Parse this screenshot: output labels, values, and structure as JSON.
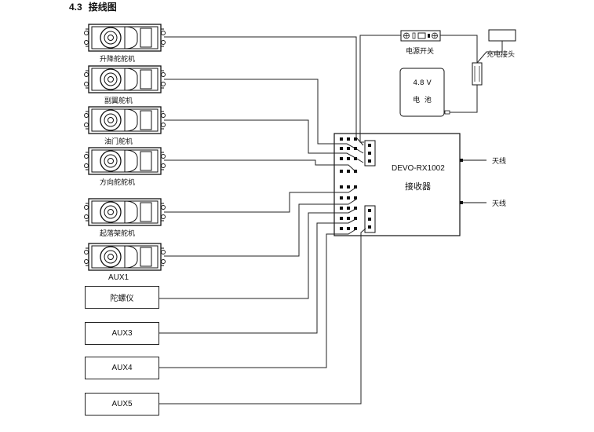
{
  "heading": {
    "number": "4.3",
    "title": "接线图"
  },
  "servos": [
    {
      "label": "升降舵舵机"
    },
    {
      "label": "副翼舵机"
    },
    {
      "label": "油门舵机"
    },
    {
      "label": "方向舵舵机"
    },
    {
      "label": "起落架舵机"
    },
    {
      "label": "AUX1"
    }
  ],
  "aux_boxes": [
    {
      "label": "陀螺仪"
    },
    {
      "label": "AUX3"
    },
    {
      "label": "AUX4"
    },
    {
      "label": "AUX5"
    }
  ],
  "receiver": {
    "model": "DEVO-RX1002",
    "name": "接收器"
  },
  "switch": {
    "label": "电源开关"
  },
  "charge": {
    "label": "充电接头"
  },
  "battery": {
    "voltage": "4.8 V",
    "name": "电  池"
  },
  "antennas": [
    {
      "label": "天线"
    },
    {
      "label": "天线"
    }
  ]
}
